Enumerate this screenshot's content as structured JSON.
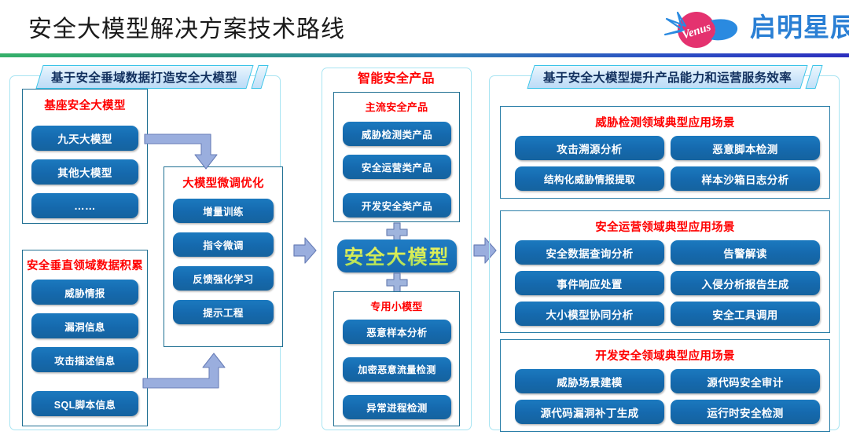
{
  "header": {
    "title": "安全大模型解决方案技术路线",
    "logo_text": "启明星辰",
    "logo_mark_word": "Venus",
    "accent_rule_from": "#35b06a",
    "accent_rule_to": "#2c2fbe",
    "logo_pink": "#e4326f",
    "logo_blue": "#2a7fd4"
  },
  "sections": {
    "left": {
      "banner": "基于安全垂域数据打造安全大模型",
      "base_model": {
        "title": "基座安全大模型",
        "items": [
          "九天大模型",
          "其他大模型",
          "……"
        ]
      },
      "data_accum": {
        "title": "安全垂直领域数据积累",
        "items": [
          "威胁情报",
          "漏洞信息",
          "攻击描述信息",
          "SQL脚本信息"
        ]
      },
      "finetune": {
        "title": "大模型微调优化",
        "items": [
          "增量训练",
          "指令微调",
          "反馈强化学习",
          "提示工程"
        ]
      }
    },
    "middle": {
      "banner": "智能安全产品",
      "mainstream": {
        "title": "主流安全产品",
        "items": [
          "威胁检测类产品",
          "安全运营类产品",
          "开发安全类产品"
        ]
      },
      "hero": "安全大模型",
      "small_models": {
        "title": "专用小模型",
        "items": [
          "恶意样本分析",
          "加密恶意流量检测",
          "异常进程检测"
        ]
      },
      "plus_symbol": "+"
    },
    "right": {
      "banner": "基于安全大模型提升产品能力和运营服务效率",
      "groups": [
        {
          "title": "威胁检测领域典型应用场景",
          "items": [
            "攻击溯源分析",
            "恶意脚本检测",
            "结构化威胁情报提取",
            "样本沙箱日志分析"
          ]
        },
        {
          "title": "安全运营领域典型应用场景",
          "items": [
            "安全数据查询分析",
            "告警解读",
            "事件响应处置",
            "入侵分析报告生成",
            "大小模型协同分析",
            "安全工具调用"
          ]
        },
        {
          "title": "开发安全领域典型应用场景",
          "items": [
            "威胁场景建模",
            "源代码安全审计",
            "源代码漏洞补丁生成",
            "运行时安全检测"
          ]
        }
      ]
    }
  },
  "colors": {
    "pill_blue": "#1569ad",
    "title_red": "#ff0000",
    "banner_text": "#12305e",
    "banner_border": "#37c3e8",
    "frame_cyan": "#a8e4f2",
    "panel_border": "#1f6f92",
    "arrow_fill": "#9aaede",
    "hero_text": "#cfe86a"
  }
}
